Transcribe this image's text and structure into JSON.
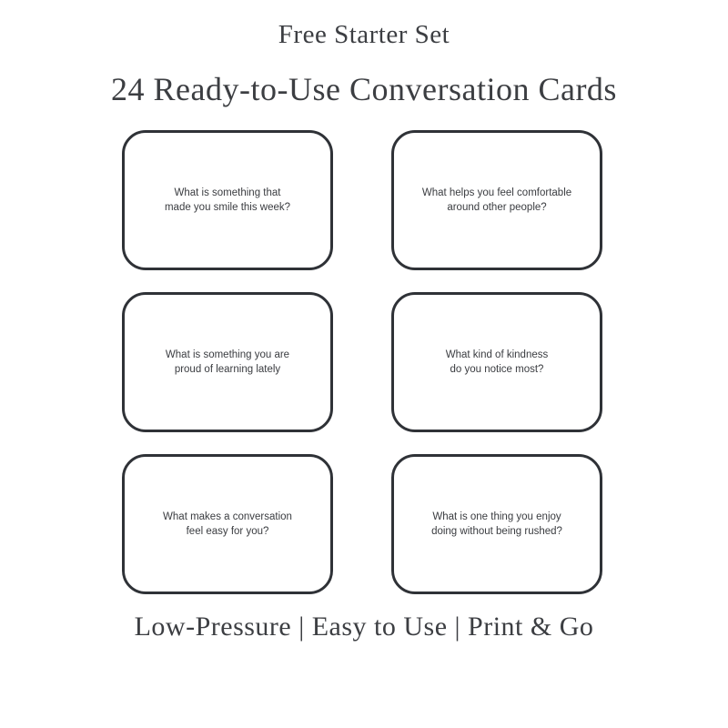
{
  "header": {
    "subtitle": "Free Starter Set",
    "headline": "24 Ready-to-Use Conversation Cards"
  },
  "cards": [
    {
      "text": "What is something that\nmade you smile this week?"
    },
    {
      "text": "What helps you feel comfortable\naround other people?"
    },
    {
      "text": "What is something you are\nproud of learning lately"
    },
    {
      "text": "What kind of kindness\ndo you notice most?"
    },
    {
      "text": "What makes a conversation\nfeel easy for you?"
    },
    {
      "text": "What is one thing you enjoy\ndoing without being rushed?"
    }
  ],
  "footer": {
    "tagline": "Low-Pressure | Easy to Use | Print & Go"
  },
  "colors": {
    "text": "#3c3e42",
    "card_border": "#2f3237",
    "background": "#ffffff"
  }
}
